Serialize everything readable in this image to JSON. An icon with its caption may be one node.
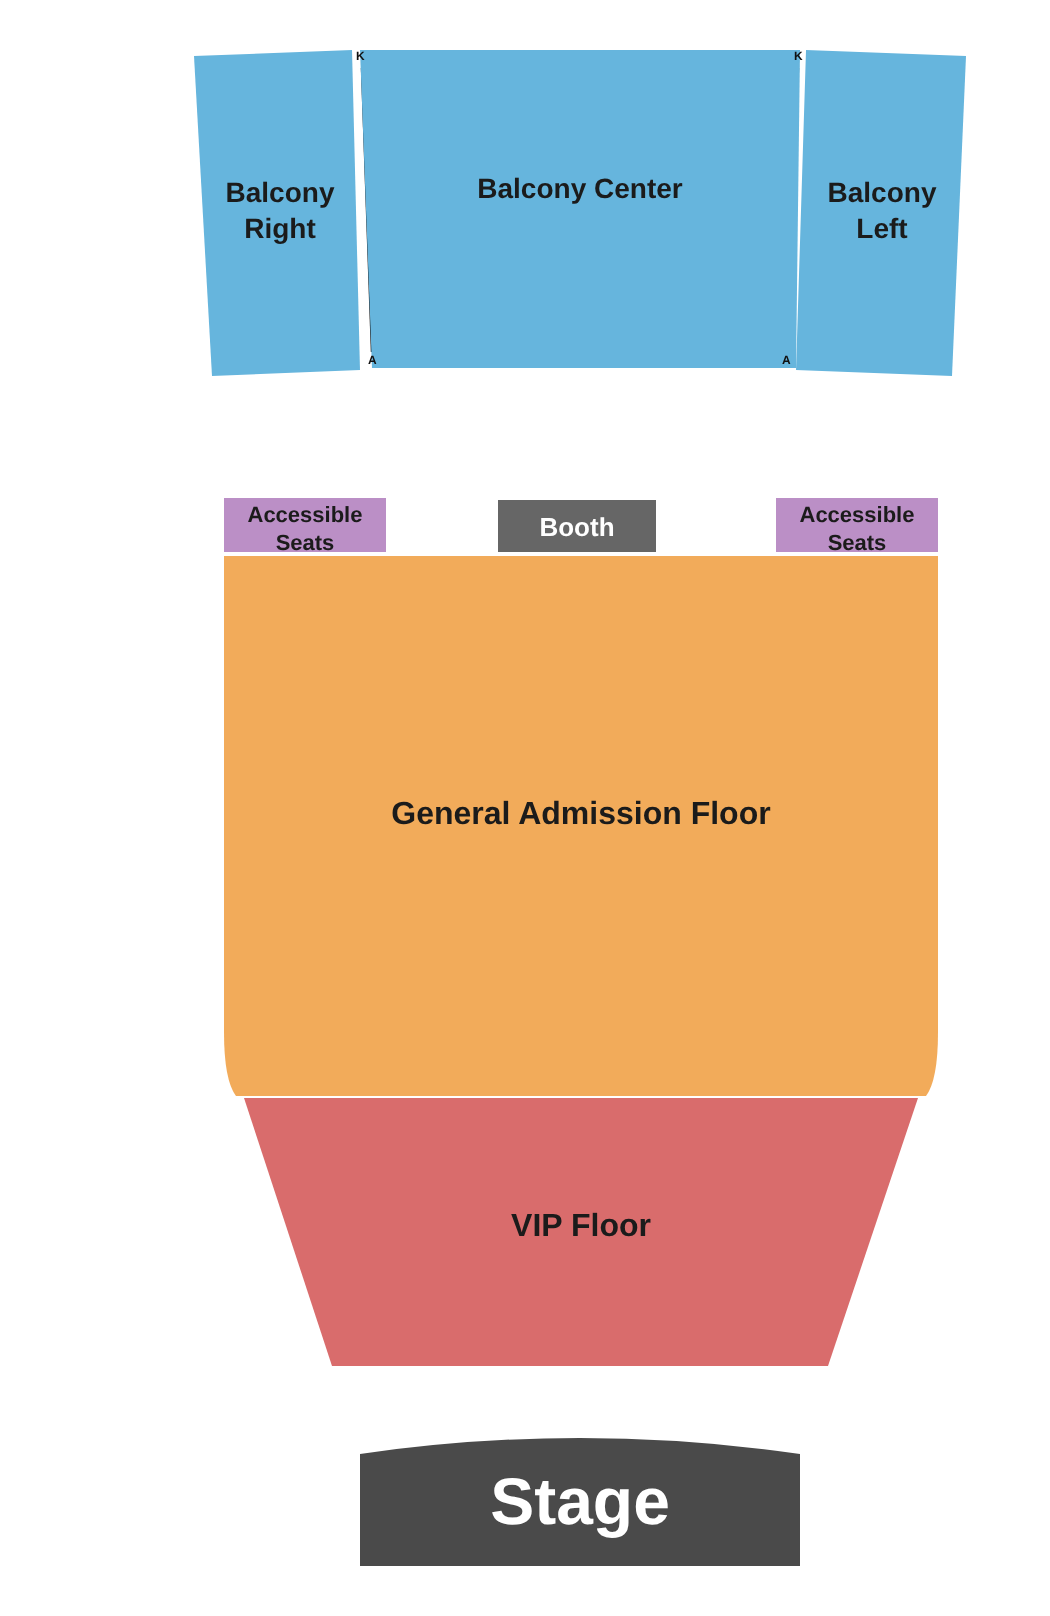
{
  "diagram": {
    "nodes": [
      {
        "text": [
          "Balcony Right"
        ]
      },
      {
        "text": [
          "Balcony Center"
        ]
      },
      {
        "text": [
          "Balcony Left"
        ]
      },
      {
        "text": [
          "Accessible Seats"
        ]
      },
      {
        "text": [
          "Booth"
        ]
      },
      {
        "text": [
          "Accessible Seats"
        ]
      },
      {
        "text": [
          "General Admission Floor"
        ]
      },
      {
        "text": [
          "VIP Floor"
        ]
      },
      {
        "text": [
          "Stage"
        ]
      }
    ],
    "labels": [
      "K",
      "K",
      "A",
      "A"
    ]
  }
}
